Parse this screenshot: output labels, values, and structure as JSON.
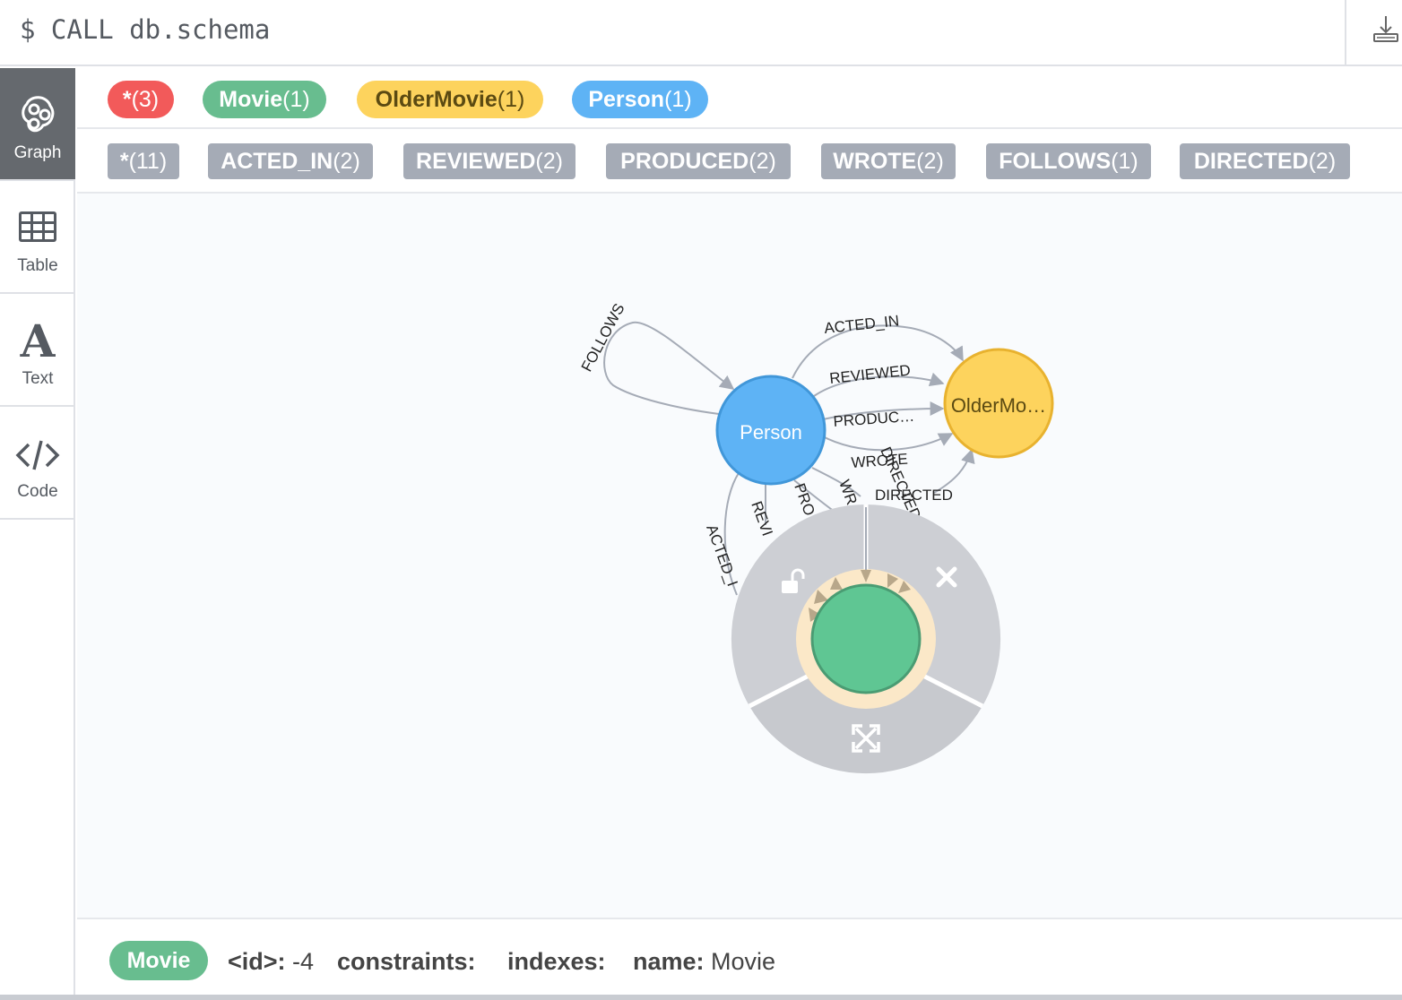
{
  "editor": {
    "command": "$ CALL db.schema"
  },
  "sidebar": {
    "items": [
      {
        "label": "Graph",
        "active": true
      },
      {
        "label": "Table",
        "active": false
      },
      {
        "label": "Text",
        "active": false
      },
      {
        "label": "Code",
        "active": false
      }
    ]
  },
  "node_labels": [
    {
      "name": "*",
      "count": "(3)",
      "color": "#f25a5a",
      "text_color": "#ffffff"
    },
    {
      "name": "Movie",
      "count": "(1)",
      "color": "#68bd8f",
      "text_color": "#ffffff"
    },
    {
      "name": "OlderMovie",
      "count": "(1)",
      "color": "#fdd35d",
      "text_color": "#5b4a12"
    },
    {
      "name": "Person",
      "count": "(1)",
      "color": "#5eb3f5",
      "text_color": "#ffffff"
    }
  ],
  "relationship_types": [
    {
      "name": "*",
      "count": "(11)"
    },
    {
      "name": "ACTED_IN",
      "count": "(2)"
    },
    {
      "name": "REVIEWED",
      "count": "(2)"
    },
    {
      "name": "PRODUCED",
      "count": "(2)"
    },
    {
      "name": "WROTE",
      "count": "(2)"
    },
    {
      "name": "FOLLOWS",
      "count": "(1)"
    },
    {
      "name": "DIRECTED",
      "count": "(2)"
    }
  ],
  "graph": {
    "nodes": {
      "person": {
        "caption": "Person",
        "color": "#5eb3f5",
        "stroke": "#4197d9"
      },
      "older_movie": {
        "caption": "OlderMo…",
        "color": "#fdd35d",
        "stroke": "#e8b22f"
      },
      "movie": {
        "caption": "",
        "color": "#5fc693",
        "stroke": "#4a9c73"
      }
    },
    "edge_labels": {
      "follows": "FOLLOWS",
      "acted_in_top": "ACTED_IN",
      "reviewed_top": "REVIEWED",
      "produced_top": "PRODUC…",
      "wrote_top": "WROTE",
      "directed_top": "DIRECTED",
      "directed_bottom": "DIRECTED",
      "acted_in_bottom": "ACTED_I",
      "reviewed_bottom": "REVI",
      "produced_bottom": "PRO",
      "wrote_bottom": "WR"
    },
    "edge_color": "#a5abb6",
    "ring_menu": {
      "items": [
        "unlock-icon",
        "close-icon",
        "expand-icon"
      ]
    }
  },
  "inspector": {
    "label": "Movie",
    "properties": [
      {
        "key": "<id>:",
        "value": "-4"
      },
      {
        "key": "constraints:",
        "value": ""
      },
      {
        "key": "indexes:",
        "value": ""
      },
      {
        "key": "name:",
        "value": "Movie"
      }
    ]
  }
}
